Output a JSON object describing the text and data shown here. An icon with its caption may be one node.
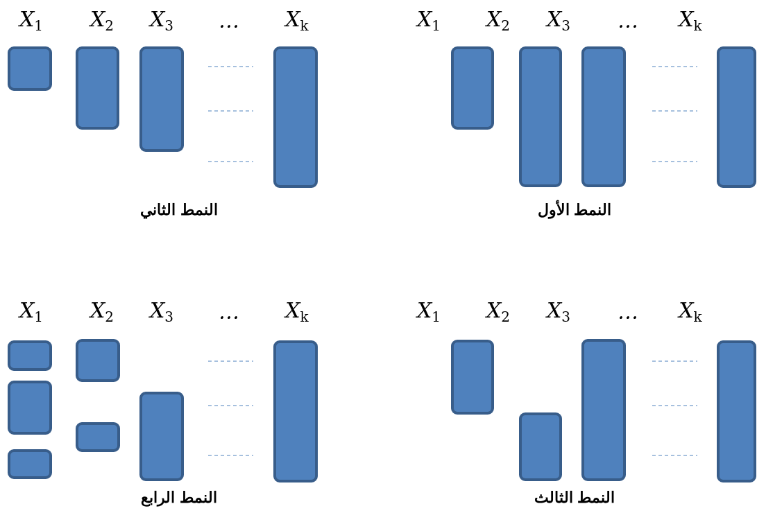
{
  "diagram": {
    "nodes": [
      {
        "text": [],
        "shape": "box"
      },
      {
        "text": [],
        "shape": "box"
      },
      {
        "text": [],
        "shape": "box"
      },
      {
        "text": [],
        "shape": "box"
      },
      {
        "text": [],
        "shape": "box"
      },
      {
        "text": [],
        "shape": "box"
      },
      {
        "text": [],
        "shape": "box"
      },
      {
        "text": [],
        "shape": "box"
      },
      {
        "text": [],
        "shape": "box"
      },
      {
        "text": [],
        "shape": "box"
      },
      {
        "text": [],
        "shape": "box"
      },
      {
        "text": [],
        "shape": "box"
      },
      {
        "text": [],
        "shape": "box"
      },
      {
        "text": [],
        "shape": "box"
      },
      {
        "text": [],
        "shape": "box"
      },
      {
        "text": [],
        "shape": "box"
      },
      {
        "text": [],
        "shape": "box"
      },
      {
        "text": [],
        "shape": "box"
      },
      {
        "text": [],
        "shape": "box"
      }
    ],
    "labels": [
      "X$_{1}$",
      "X$_{2}$",
      "X$_{3}$",
      "…",
      "X$_{k}$",
      "X$_{1}$",
      "X$_{2}$",
      "X$_{3}$",
      "…",
      "X$_{k}$",
      "النمط الثاني",
      "النمط الأول",
      "X$_{1}$",
      "X$_{2}$",
      "X$_{3}$",
      "…",
      "X$_{k}$",
      "X$_{1}$",
      "X$_{2}$",
      "X$_{3}$",
      "…",
      "X$_{k}$",
      "النمط الرابع",
      "النمط الثالث"
    ]
  }
}
